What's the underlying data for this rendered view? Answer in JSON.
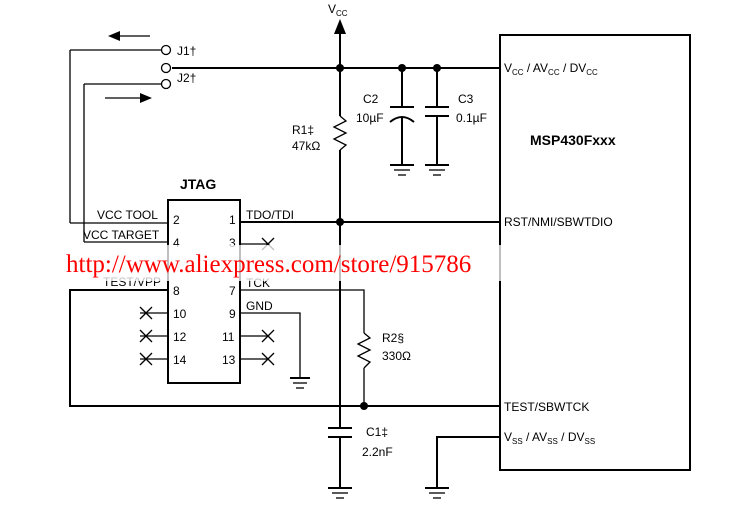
{
  "supply": {
    "vcc_main": "V",
    "vcc_sub": "CC"
  },
  "connectors": {
    "j1": "J1†",
    "j2": "J2†"
  },
  "components": {
    "r1_name": "R1‡",
    "r1_value": "47kΩ",
    "c2_name": "C2",
    "c2_value": "10µF",
    "c3_name": "C3",
    "c3_value": "0.1µF",
    "r2_name": "R2§",
    "r2_value": "330Ω",
    "c1_name": "C1‡",
    "c1_value": "2.2nF"
  },
  "mcu": {
    "name": "MSP430Fxxx",
    "pin_vcc": {
      "a": "V",
      "a_sub": "CC",
      "b": " / AV",
      "b_sub": "CC",
      "c": " / DV",
      "c_sub": "CC"
    },
    "pin_rst": "RST/NMI/SBWTDIO",
    "pin_test": "TEST/SBWTCK",
    "pin_vss": {
      "a": "V",
      "a_sub": "SS",
      "b": " / AV",
      "b_sub": "SS",
      "c": " / DV",
      "c_sub": "SS"
    }
  },
  "jtag": {
    "title": "JTAG",
    "left_pin_labels": [
      "VCC TOOL",
      "VCC TARGET",
      "TEST/VPP"
    ],
    "right_pin_labels": [
      "TDO/TDI",
      "TCK",
      "GND"
    ],
    "pin_numbers": [
      "2",
      "1",
      "4",
      "3",
      "8",
      "7",
      "10",
      "9",
      "12",
      "11",
      "14",
      "13"
    ]
  },
  "watermark": "http://www.aliexpress.com/store/915786",
  "colors": {
    "wire": "#000000",
    "watermark": "#ff0000",
    "background": "#ffffff"
  }
}
